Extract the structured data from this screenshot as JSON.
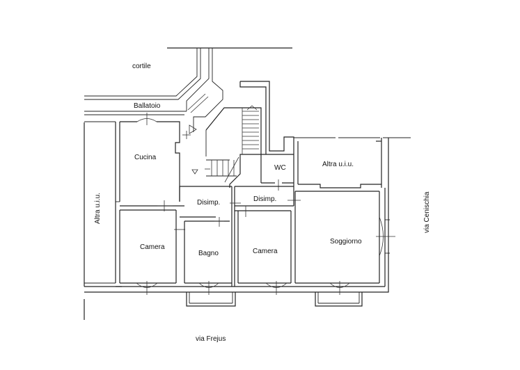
{
  "labels": {
    "cortile": "cortile",
    "ballatoio": "Ballatoio",
    "cucina": "Cucina",
    "wc": "WC",
    "altra_right": "Altra u.i.u.",
    "altra_left": "Altra u.i.u.",
    "disimp_1": "Disimp.",
    "disimp_2": "Disimp.",
    "camera_left": "Camera",
    "bagno": "Bagno",
    "camera_mid": "Camera",
    "soggiorno": "Soggiorno",
    "via_cenischia": "via Cenischia",
    "via_frejus": "via Frejus"
  }
}
